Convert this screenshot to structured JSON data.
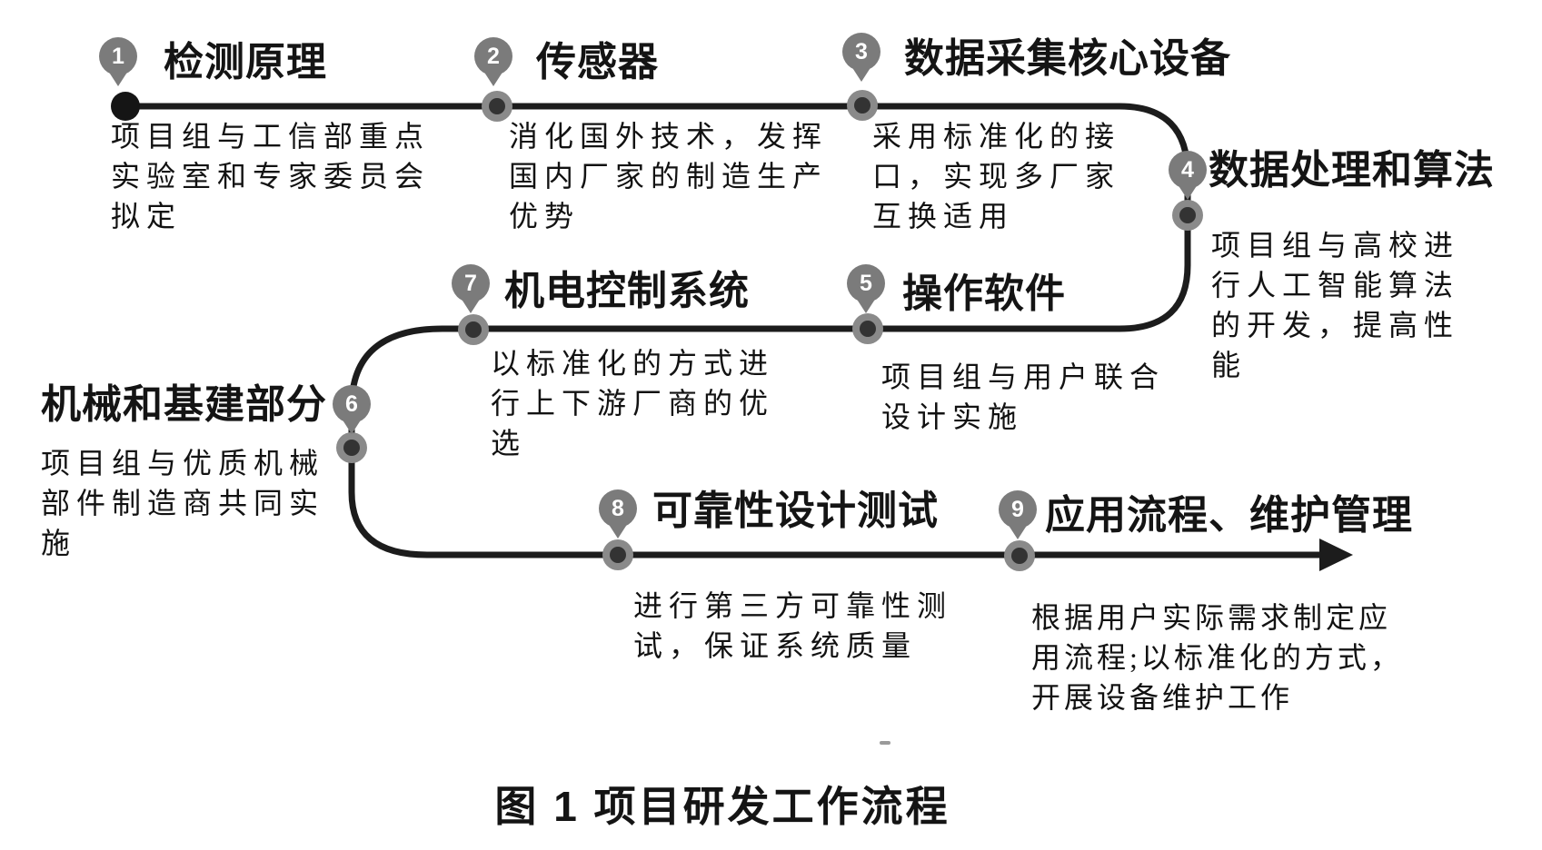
{
  "diagram": {
    "caption": "图 1  项目研发工作流程",
    "colors": {
      "line": "#1c1c1c",
      "pin": "#7b7b7b",
      "pin_text": "#ffffff",
      "dot_ring": "#8a8a8a",
      "dot_core": "#333333",
      "text": "#141414"
    },
    "milestones": [
      {
        "number": "1",
        "title": "检测原理",
        "description": "项目组与工信部重点\n实验室和专家委员会\n拟定"
      },
      {
        "number": "2",
        "title": "传感器",
        "description": "消化国外技术，发挥\n国内厂家的制造生产\n优势"
      },
      {
        "number": "3",
        "title": "数据采集核心设备",
        "description": "采用标准化的接\n口，实现多厂家\n互换适用"
      },
      {
        "number": "4",
        "title": "数据处理和算法",
        "description": "项目组与高校进\n行人工智能算法\n的开发，提高性\n能"
      },
      {
        "number": "5",
        "title": "操作软件",
        "description": "项目组与用户联合\n设计实施"
      },
      {
        "number": "6",
        "title": "机械和基建部分",
        "description": "项目组与优质机械\n部件制造商共同实\n施"
      },
      {
        "number": "7",
        "title": "机电控制系统",
        "description": "以标准化的方式进\n行上下游厂商的优\n选"
      },
      {
        "number": "8",
        "title": "可靠性设计测试",
        "description": "进行第三方可靠性测\n试，保证系统质量"
      },
      {
        "number": "9",
        "title": "应用流程、维护管理",
        "description": "根据用户实际需求制定应\n用流程;以标准化的方式，\n开展设备维护工作"
      }
    ]
  }
}
